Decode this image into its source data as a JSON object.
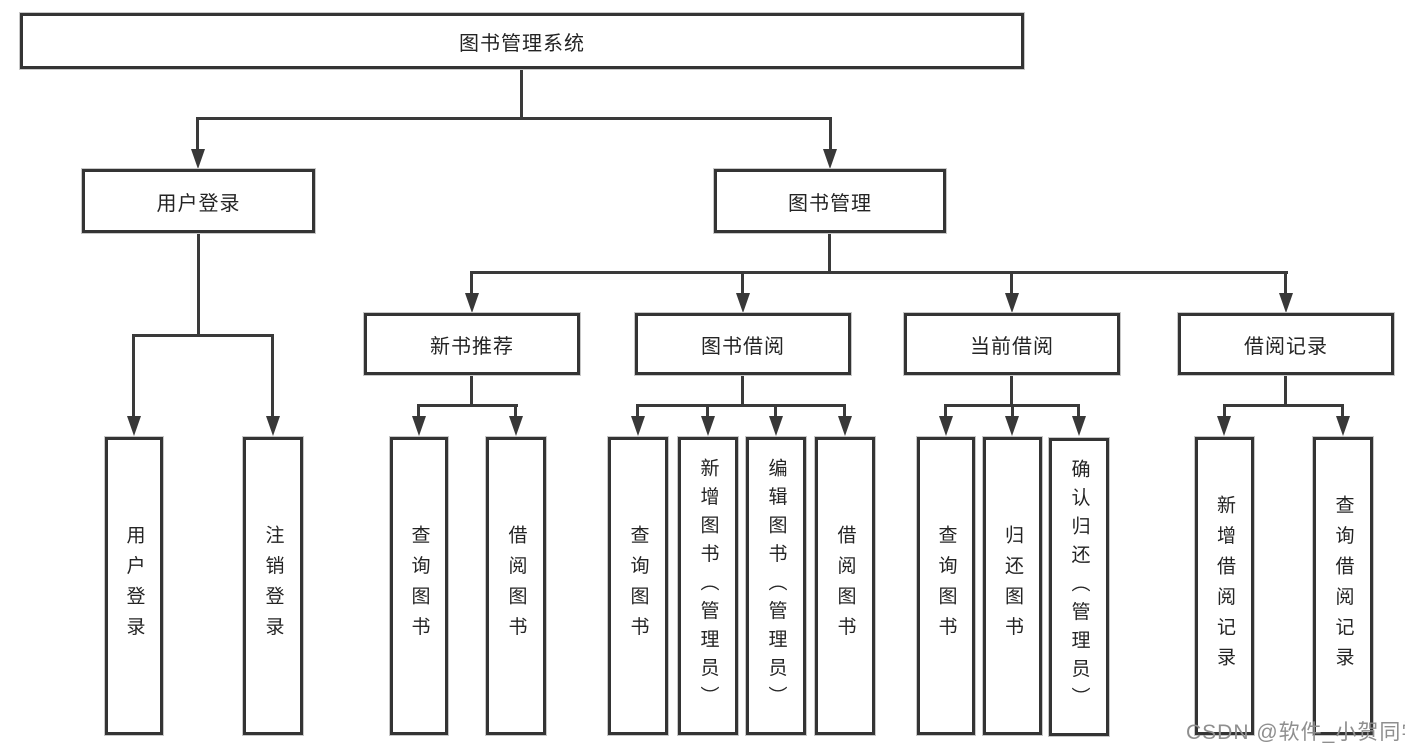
{
  "diagram": {
    "title": "图书管理系统",
    "level2": {
      "user_login": "用户登录",
      "book_mgmt": "图书管理"
    },
    "level3": {
      "new_book_rec": "新书推荐",
      "book_borrow": "图书借阅",
      "current_borrow": "当前借阅",
      "borrow_records": "借阅记录"
    },
    "leaves": {
      "user_login": "用户登录",
      "logout": "注销登录",
      "rec_query_book": "查询图书",
      "rec_borrow_book": "借阅图书",
      "bb_query_book": "查询图书",
      "bb_add_book": "新增图书（管理员）",
      "bb_edit_book": "编辑图书（管理员）",
      "bb_borrow_book": "借阅图书",
      "cb_query_book": "查询图书",
      "cb_return_book": "归还图书",
      "cb_confirm_return": "确认归还（管理员）",
      "br_add_record": "新增借阅记录",
      "br_query_record": "查询借阅记录"
    }
  },
  "watermark": "CSDN @软件_小贺同学",
  "colors": {
    "line": "#3a3a3a",
    "box_border": "#343434",
    "text": "#242424",
    "watermark": "#8f8f8f",
    "background": "#ffffff"
  }
}
